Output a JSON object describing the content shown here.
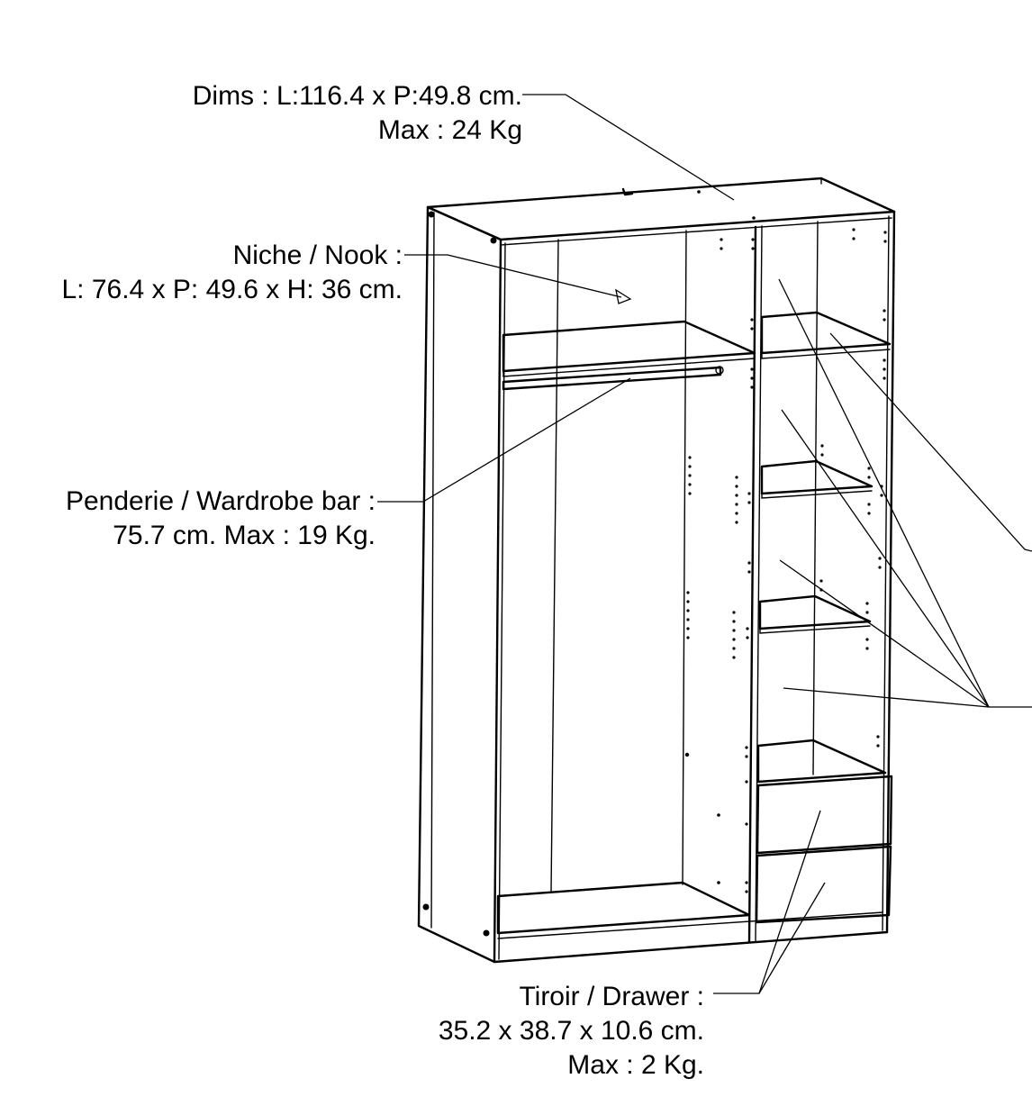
{
  "diagram": {
    "labels": {
      "dims": {
        "line1": "Dims : L:116.4 x P:49.8 cm.",
        "line2": "Max : 24 Kg"
      },
      "niche": {
        "line1": "Niche / Nook :",
        "line2": "L: 76.4 x P: 49.6 x H: 36 cm."
      },
      "wardrobe_bar": {
        "line1": "Penderie / Wardrobe bar :",
        "line2": "75.7 cm. Max : 19 Kg."
      },
      "drawer": {
        "line1": "Tiroir / Drawer :",
        "line2": "35.2 x 38.7 x 10.6 cm.",
        "line3": "Max : 2 Kg."
      }
    },
    "colors": {
      "line": "#000000",
      "background": "#ffffff"
    }
  }
}
